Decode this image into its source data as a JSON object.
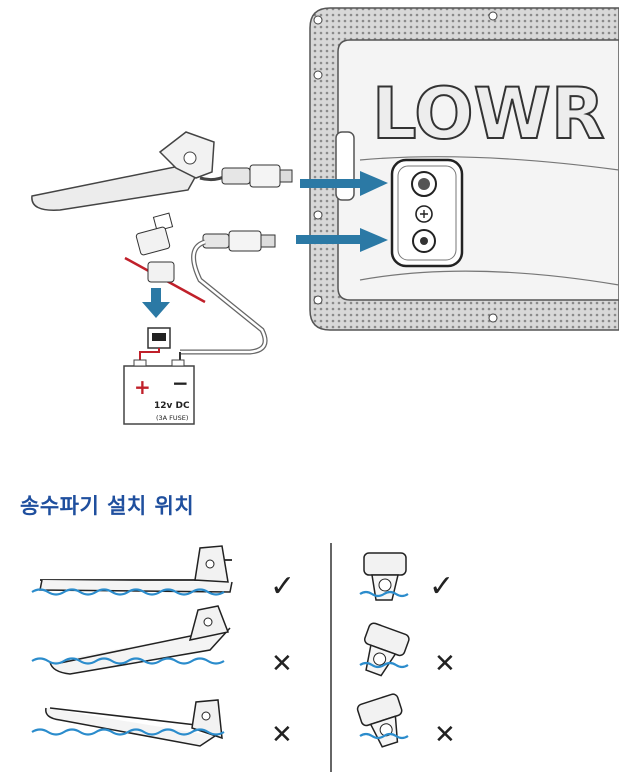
{
  "brand_logo": "LOWR",
  "battery": {
    "plus": "+",
    "minus": "−",
    "voltage": "12v DC",
    "fuse": "(3A FUSE)"
  },
  "section_heading": "송수파기 설치 위치",
  "marks": {
    "correct": "✓",
    "wrong": "✕"
  },
  "colors": {
    "arrow": "#2b79a5",
    "heading": "#1f4f9e",
    "water": "#2b8ccc",
    "positive_wire": "#c0202a"
  }
}
